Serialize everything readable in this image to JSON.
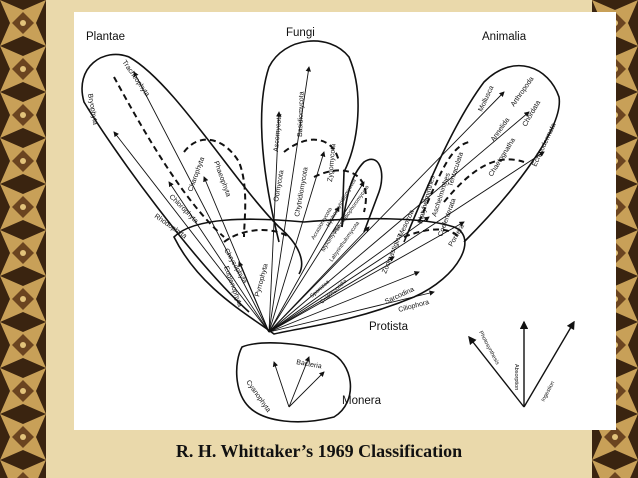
{
  "caption": "R. H. Whittaker’s 1969 Classification",
  "colors": {
    "slide_background": "#ead9ab",
    "border_dark": "#3a2410",
    "border_light": "#c8a058",
    "figure_background": "#ffffff",
    "ink": "#111111"
  },
  "kingdoms": {
    "plantae": "Plantae",
    "fungi": "Fungi",
    "animalia": "Animalia",
    "protista": "Protista",
    "monera": "Monera"
  },
  "groups": {
    "tracheophyta": "Tracheophyta",
    "bryophyta": "Bryophyta",
    "phaeophyta": "Phaeophyta",
    "charophyta": "Charophyta",
    "chlorophyta": "Chlorophyta",
    "rhodophyta": "Rhodophyta",
    "chrysophyta": "Chrysophyta",
    "euglenophyta": "Euglenophyta",
    "pyrrophyta": "Pyrrophyta",
    "ascomycota": "Ascomycota",
    "basidiomycota": "Basidiomycota",
    "oomycota": "Oomycota",
    "chytridiomycota": "Chytridiomycota",
    "zygomycota": "Zygomycota",
    "hyphochytridiomycota": "Hyphochytridiomycota",
    "plasmodiophoromycota": "Plasmodiophoromycota",
    "acrasiomycota": "Acrasiomycota",
    "myxomycota": "Myxomycota",
    "labyrinthulomycota": "Labyrinthulomycota",
    "sporozoa": "Sporozoa",
    "cnidosporidia": "Cnidosporidia",
    "zoomastigina": "Zoomastigina",
    "sarcodina": "Sarcodina",
    "ciliophora": "Ciliophora",
    "mesozoa": "Mesozoa",
    "platyhelminthes": "Platyhelminthes",
    "aschelminthes": "Aschelminthes",
    "tentaculata": "Tentaculata",
    "coelenterata": "Coelenterata",
    "porifera": "Porifera",
    "mollusca": "Mollusca",
    "arthropoda": "Arthropoda",
    "annelida": "Annelida",
    "chordata": "Chordata",
    "chaetognatha": "Chaetognatha",
    "echinodermata": "Echinodermata",
    "cyanophyta": "Cyanophyta",
    "bacteria": "Bacteria"
  },
  "legend": {
    "photosynthesis": "Photosynthesis",
    "absorption": "Absorption",
    "ingestion": "Ingestion"
  }
}
